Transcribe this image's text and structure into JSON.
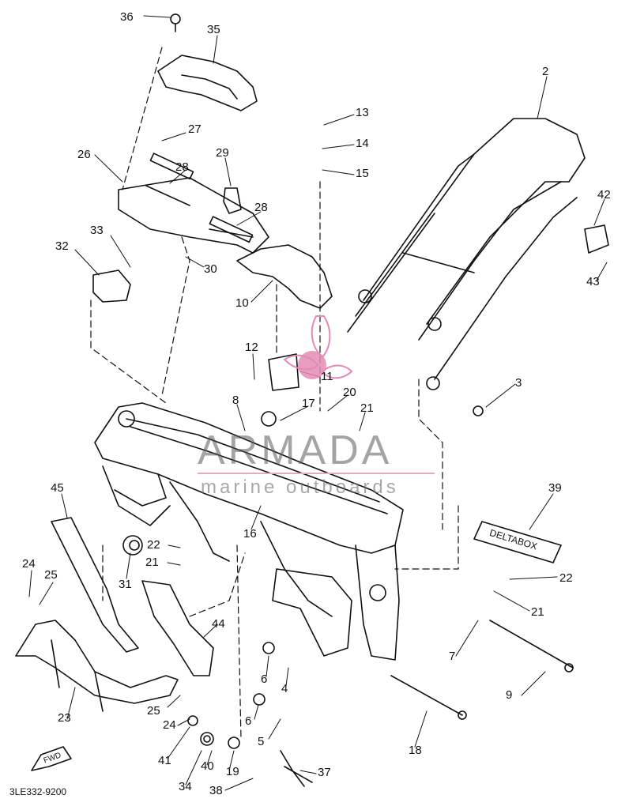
{
  "diagram": {
    "code": "3LE332-9200",
    "watermark": {
      "title": "ARMADA",
      "subtitle": "marine outboards",
      "color": "#e38bb5"
    },
    "decal_text": "DELTABOX",
    "fwd_text": "FWD",
    "labels": [
      "36",
      "35",
      "27",
      "26",
      "28",
      "29",
      "28",
      "33",
      "32",
      "30",
      "10",
      "2",
      "13",
      "14",
      "15",
      "42",
      "43",
      "12",
      "11",
      "20",
      "8",
      "17",
      "21",
      "3",
      "39",
      "45",
      "16",
      "22",
      "21",
      "31",
      "22",
      "21",
      "24",
      "25",
      "44",
      "7",
      "9",
      "23",
      "25",
      "24",
      "6",
      "4",
      "6",
      "5",
      "41",
      "40",
      "19",
      "34",
      "37",
      "38",
      "18"
    ]
  }
}
